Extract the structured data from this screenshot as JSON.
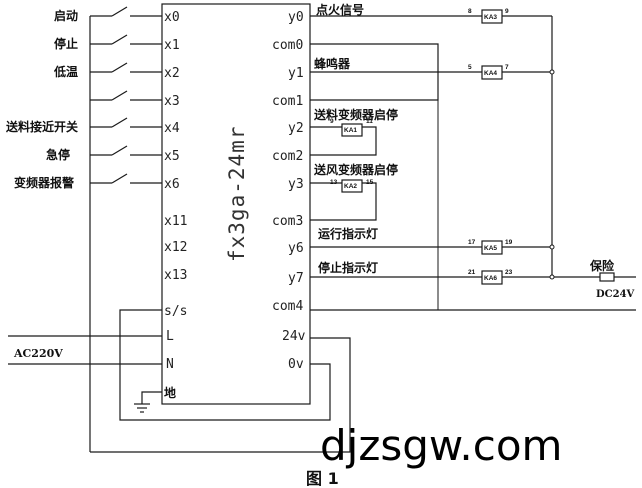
{
  "plc": {
    "model": "fx3ga-24mr"
  },
  "inputs": [
    {
      "label": "启动",
      "pin": "x0"
    },
    {
      "label": "停止",
      "pin": "x1"
    },
    {
      "label": "低温",
      "pin": "x2"
    },
    {
      "label": "",
      "pin": "x3"
    },
    {
      "label": "送料接近开关",
      "pin": "x4"
    },
    {
      "label": "急停",
      "pin": "x5"
    },
    {
      "label": "变频器报警",
      "pin": "x6"
    }
  ],
  "left_pins_lower": [
    "x11",
    "x12",
    "x13",
    "s/s",
    "L",
    "N"
  ],
  "ground_label": "地",
  "ac_label": "AC220V",
  "right_pins": [
    "y0",
    "com0",
    "y1",
    "com1",
    "y2",
    "com2",
    "y3",
    "com3",
    "y6",
    "y7",
    "com4",
    "24v",
    "0v"
  ],
  "outputs": {
    "y0": {
      "label": "点火信号",
      "relay": "KA3",
      "t1": "8",
      "t2": "9"
    },
    "y1": {
      "label": "蜂鸣器",
      "relay": "KA4",
      "t1": "5",
      "t2": "7"
    },
    "y2": {
      "label": "送料变频器启停",
      "relay": "KA1",
      "t1": "9",
      "t2": "11"
    },
    "y3": {
      "label": "送风变频器启停",
      "relay": "KA2",
      "t1": "13",
      "t2": "15"
    },
    "y6": {
      "label": "运行指示灯",
      "relay": "KA5",
      "t1": "17",
      "t2": "19"
    },
    "y7": {
      "label": "停止指示灯",
      "relay": "KA6",
      "t1": "21",
      "t2": "23"
    }
  },
  "fuse_label": "保险",
  "dc_label": "DC24V",
  "watermark": "djzsgw.com",
  "caption": "图 1"
}
